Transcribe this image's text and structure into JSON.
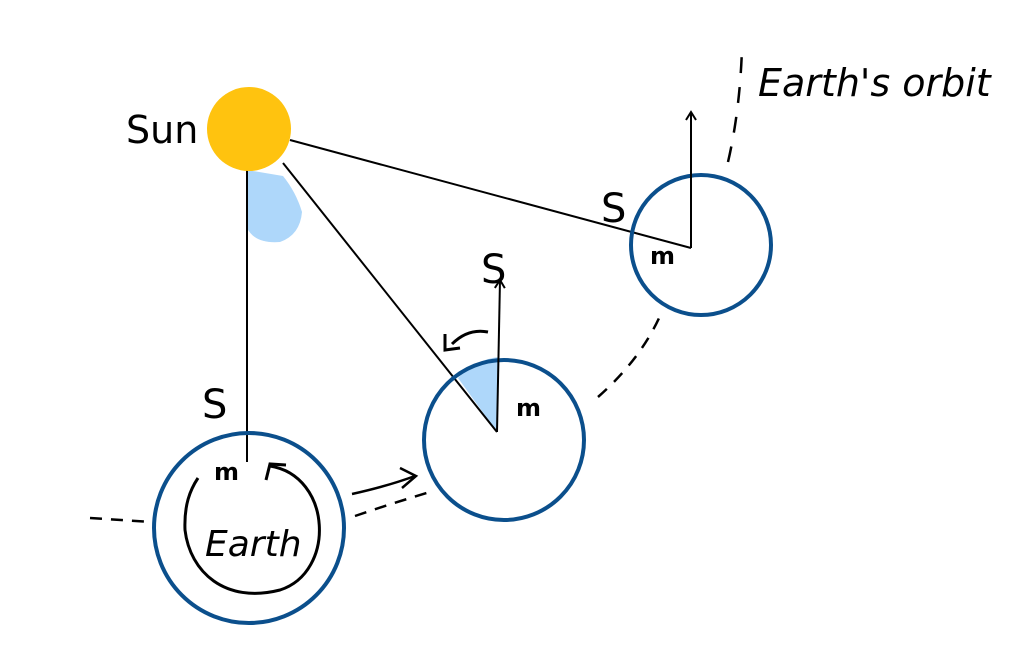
{
  "labels": {
    "sun": "Sun",
    "earth": "Earth",
    "orbit": "Earth's orbit",
    "s1": "S",
    "s2": "S",
    "s3": "S",
    "m1": "m",
    "m2": "m",
    "m3": "m"
  },
  "colors": {
    "sun": "#FFC30F",
    "earth_ring": "#0B4F8C",
    "angle_fill": "#AED7FA",
    "ink": "#000000"
  }
}
